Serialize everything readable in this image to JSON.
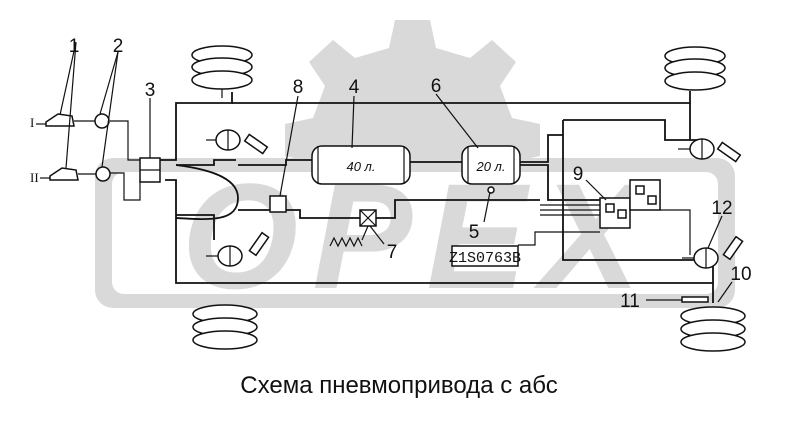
{
  "caption": "Схема пневмопривода с абс",
  "watermark": "OPEX",
  "callouts": [
    "1",
    "2",
    "3",
    "4",
    "5",
    "6",
    "7",
    "8",
    "9",
    "10",
    "11",
    "12"
  ],
  "roman_labels": [
    "I",
    "II"
  ],
  "tank_large_label": "40 л.",
  "tank_small_label": "20 л.",
  "part_number": "Z1S0763B",
  "colors": {
    "line": "#111111",
    "watermark": "#d8d8d8",
    "background": "#ffffff"
  }
}
